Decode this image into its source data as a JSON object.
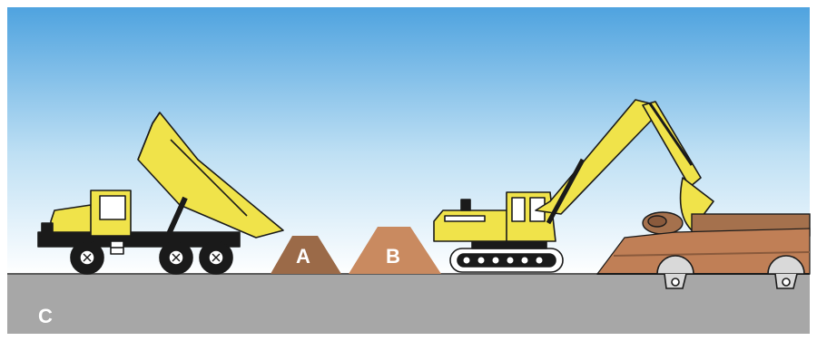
{
  "labels": {
    "pile_a": "A",
    "pile_b": "B",
    "layer_c": "C"
  },
  "colors": {
    "sky_top": "#4fa3df",
    "sky_bottom": "#ffffff",
    "ground": "#a7a7a7",
    "ground_line": "#5a5a5a",
    "machine_yellow": "#f0e34a",
    "outline": "#1a1a1a",
    "pile_a": "#9b6a48",
    "pile_b": "#c98a60",
    "soil": "#c07f56",
    "log": "#a5714d"
  },
  "icons": [
    "dump-truck-icon",
    "excavator-icon",
    "tree-stump-icon"
  ]
}
